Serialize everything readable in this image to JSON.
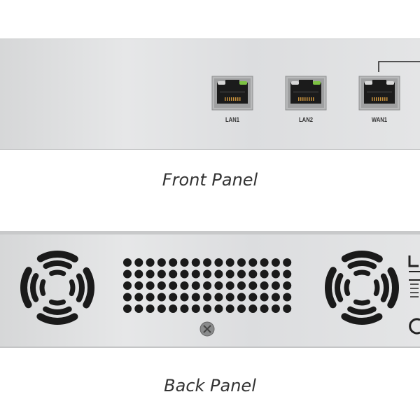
{
  "front_panel": {
    "caption": "Front Panel",
    "ports": [
      {
        "label": "LAN1",
        "link_led": true
      },
      {
        "label": "LAN2",
        "link_led": true
      },
      {
        "label": "WAN1",
        "link_led": false
      }
    ],
    "led_color": "#7cc242"
  },
  "back_panel": {
    "caption": "Back Panel",
    "vent_rows": 5,
    "vent_cols": 15,
    "fans": 2
  }
}
